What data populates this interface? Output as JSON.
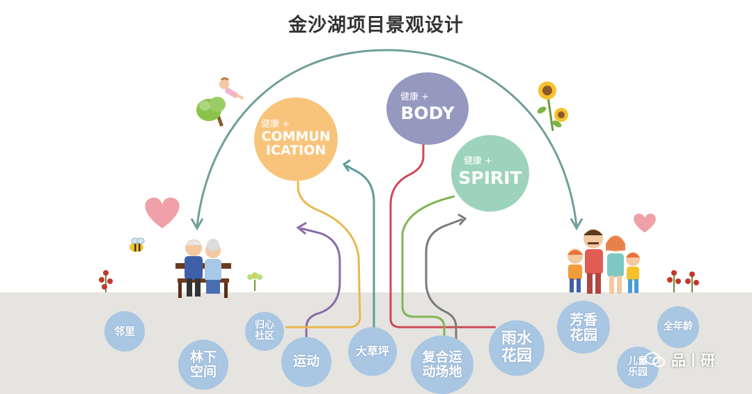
{
  "title": "金沙湖项目景观设计",
  "bubbles": {
    "communication": {
      "prefix": "健康 +",
      "line1": "COMMUN",
      "line2": "ICATION",
      "color": "#f8c47c"
    },
    "body": {
      "prefix": "健康 +",
      "label": "BODY",
      "color": "#9598bf"
    },
    "spirit": {
      "prefix": "健康 +",
      "label": "SPIRIT",
      "color": "#9dd3bd"
    }
  },
  "nodes": [
    {
      "id": "linli",
      "lines": [
        "邻里"
      ]
    },
    {
      "id": "linxia",
      "lines": [
        "林下",
        "空间"
      ]
    },
    {
      "id": "guixin",
      "lines": [
        "归心",
        "社区"
      ]
    },
    {
      "id": "yundong",
      "lines": [
        "运动"
      ]
    },
    {
      "id": "dacaoping",
      "lines": [
        "大草坪"
      ]
    },
    {
      "id": "fuhe",
      "lines": [
        "复合运",
        "动场地"
      ]
    },
    {
      "id": "yushui",
      "lines": [
        "雨水",
        "花园"
      ]
    },
    {
      "id": "fangxiang",
      "lines": [
        "芳香",
        "花园"
      ]
    },
    {
      "id": "quannianling",
      "lines": [
        "全年龄"
      ]
    },
    {
      "id": "ertong",
      "lines": [
        "儿童",
        "乐园"
      ]
    }
  ],
  "watermark": "品丨研",
  "colors": {
    "arc": "#6f9e9a",
    "purple": "#8a6aa8",
    "yellow": "#e8b84e",
    "teal": "#5b9c99",
    "red": "#cc4b55",
    "green": "#7fb653",
    "gray": "#7a7a7a",
    "node": "#a9c6e2"
  }
}
